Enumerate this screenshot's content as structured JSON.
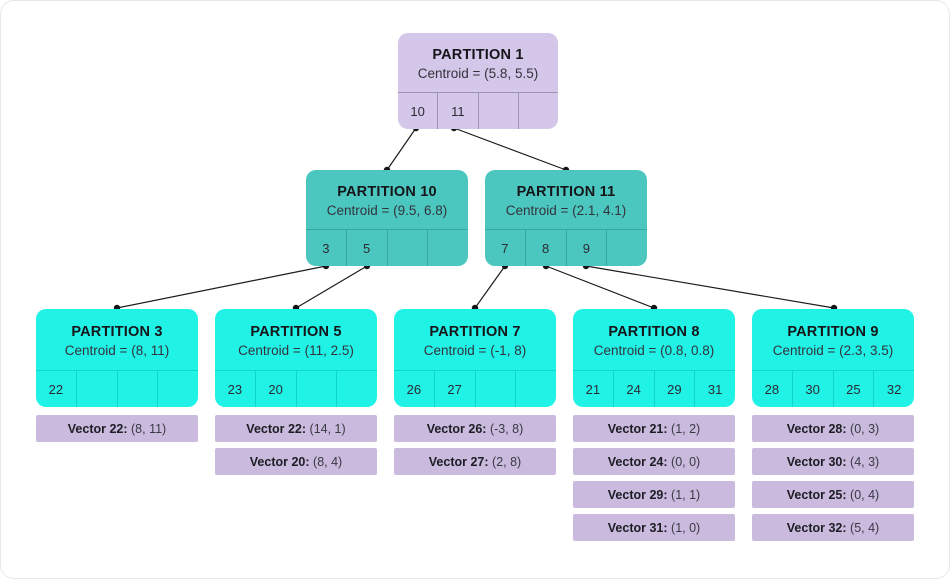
{
  "colors": {
    "level1_fill": "#d4c7e9",
    "level1_line": "#9b94ac",
    "level2_fill": "#4cc7bf",
    "level2_line": "#35a8a0",
    "level3_fill": "#21f2e6",
    "level3_line": "#10d6ca",
    "vector_fill": "#c9bade",
    "connector": "#1c1c1c"
  },
  "tree": {
    "root": {
      "title": "PARTITION 1",
      "centroid": "Centroid = (5.8, 5.5)",
      "cells": [
        "10",
        "11",
        "",
        ""
      ]
    },
    "level2": [
      {
        "title": "PARTITION 10",
        "centroid": "Centroid = (9.5, 6.8)",
        "cells": [
          "3",
          "5",
          "",
          ""
        ]
      },
      {
        "title": "PARTITION 11",
        "centroid": "Centroid = (2.1, 4.1)",
        "cells": [
          "7",
          "8",
          "9",
          ""
        ]
      }
    ],
    "level3": [
      {
        "title": "PARTITION 3",
        "centroid": "Centroid = (8, 11)",
        "cells": [
          "22",
          "",
          "",
          ""
        ],
        "vectors": [
          {
            "label": "Vector 22:",
            "value": "(8, 11)"
          }
        ]
      },
      {
        "title": "PARTITION 5",
        "centroid": "Centroid = (11, 2.5)",
        "cells": [
          "23",
          "20",
          "",
          ""
        ],
        "vectors": [
          {
            "label": "Vector 22:",
            "value": "(14, 1)"
          },
          {
            "label": "Vector 20:",
            "value": "(8, 4)"
          }
        ]
      },
      {
        "title": "PARTITION 7",
        "centroid": "Centroid = (-1, 8)",
        "cells": [
          "26",
          "27",
          "",
          ""
        ],
        "vectors": [
          {
            "label": "Vector 26:",
            "value": "(-3, 8)"
          },
          {
            "label": "Vector 27:",
            "value": "(2, 8)"
          }
        ]
      },
      {
        "title": "PARTITION 8",
        "centroid": "Centroid = (0.8, 0.8)",
        "cells": [
          "21",
          "24",
          "29",
          "31"
        ],
        "vectors": [
          {
            "label": "Vector 21:",
            "value": "(1, 2)"
          },
          {
            "label": "Vector 24:",
            "value": "(0, 0)"
          },
          {
            "label": "Vector 29:",
            "value": "(1, 1)"
          },
          {
            "label": "Vector 31:",
            "value": "(1, 0)"
          }
        ]
      },
      {
        "title": "PARTITION 9",
        "centroid": "Centroid = (2.3, 3.5)",
        "cells": [
          "28",
          "30",
          "25",
          "32"
        ],
        "vectors": [
          {
            "label": "Vector 28:",
            "value": "(0, 3)"
          },
          {
            "label": "Vector 30:",
            "value": "(4, 3)"
          },
          {
            "label": "Vector 25:",
            "value": "(0, 4)"
          },
          {
            "label": "Vector 32:",
            "value": "(5, 4)"
          }
        ]
      }
    ]
  }
}
